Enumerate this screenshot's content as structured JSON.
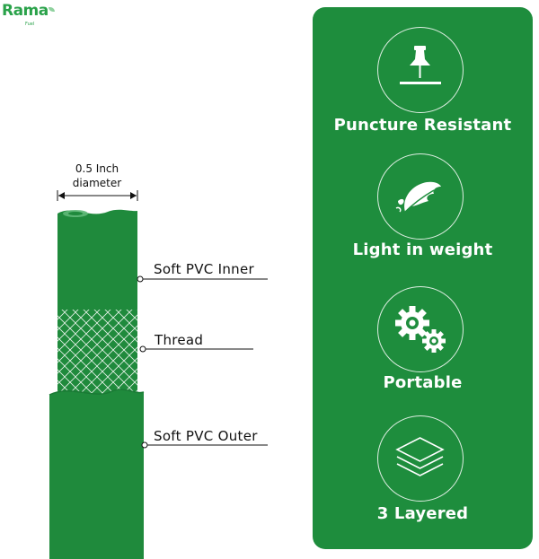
{
  "brand": {
    "logo_text": "Rama",
    "logo_sub": "Fuel",
    "panel_color": "#1e8d3d",
    "hose_color": "#1f8a3c"
  },
  "diagram": {
    "diameter_value": "0.5 Inch",
    "diameter_word": "diameter",
    "callouts": [
      {
        "label": "Soft PVC Inner"
      },
      {
        "label": "Thread"
      },
      {
        "label": "Soft PVC Outer"
      }
    ]
  },
  "features": [
    {
      "label": "Puncture Resistant",
      "icon": "pushpin-icon"
    },
    {
      "label": "Light in weight",
      "icon": "feather-icon"
    },
    {
      "label": "Portable",
      "icon": "gears-icon"
    },
    {
      "label": "3 Layered",
      "icon": "layers-icon"
    }
  ]
}
